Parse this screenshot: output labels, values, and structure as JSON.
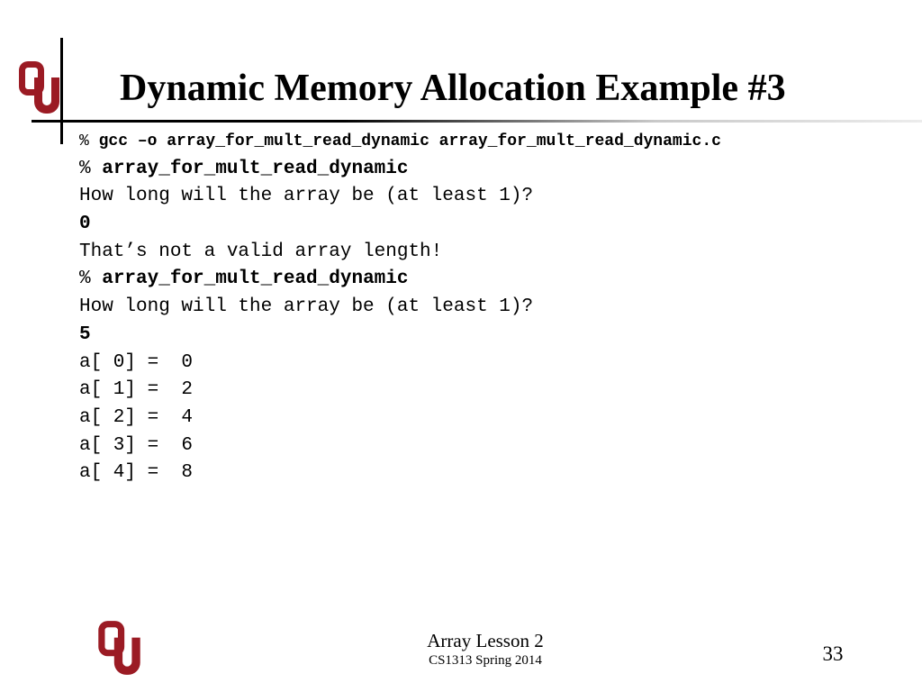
{
  "slide": {
    "title": "Dynamic Memory Allocation Example #3",
    "logo_icon": "ou-logo-icon",
    "accent_color": "#9b1b24",
    "terminal": [
      {
        "prompt": "% ",
        "text": "gcc –o array_for_mult_read_dynamic array_for_mult_read_dynamic.c",
        "bold": true,
        "small": true
      },
      {
        "prompt": "% ",
        "text": "array_for_mult_read_dynamic",
        "bold": true
      },
      {
        "prompt": "",
        "text": "How long will the array be (at least 1)?",
        "bold": false
      },
      {
        "prompt": "",
        "text": "0",
        "bold": true
      },
      {
        "prompt": "",
        "text": "That’s not a valid array length!",
        "bold": false
      },
      {
        "prompt": "% ",
        "text": "array_for_mult_read_dynamic",
        "bold": true
      },
      {
        "prompt": "",
        "text": "How long will the array be (at least 1)?",
        "bold": false
      },
      {
        "prompt": "",
        "text": "5",
        "bold": true
      },
      {
        "prompt": "",
        "text": "a[ 0] =  0",
        "bold": false
      },
      {
        "prompt": "",
        "text": "a[ 1] =  2",
        "bold": false
      },
      {
        "prompt": "",
        "text": "a[ 2] =  4",
        "bold": false
      },
      {
        "prompt": "",
        "text": "a[ 3] =  6",
        "bold": false
      },
      {
        "prompt": "",
        "text": "a[ 4] =  8",
        "bold": false
      }
    ],
    "footer": {
      "lesson": "Array Lesson 2",
      "course": "CS1313 Spring 2014",
      "page_number": "33"
    }
  }
}
